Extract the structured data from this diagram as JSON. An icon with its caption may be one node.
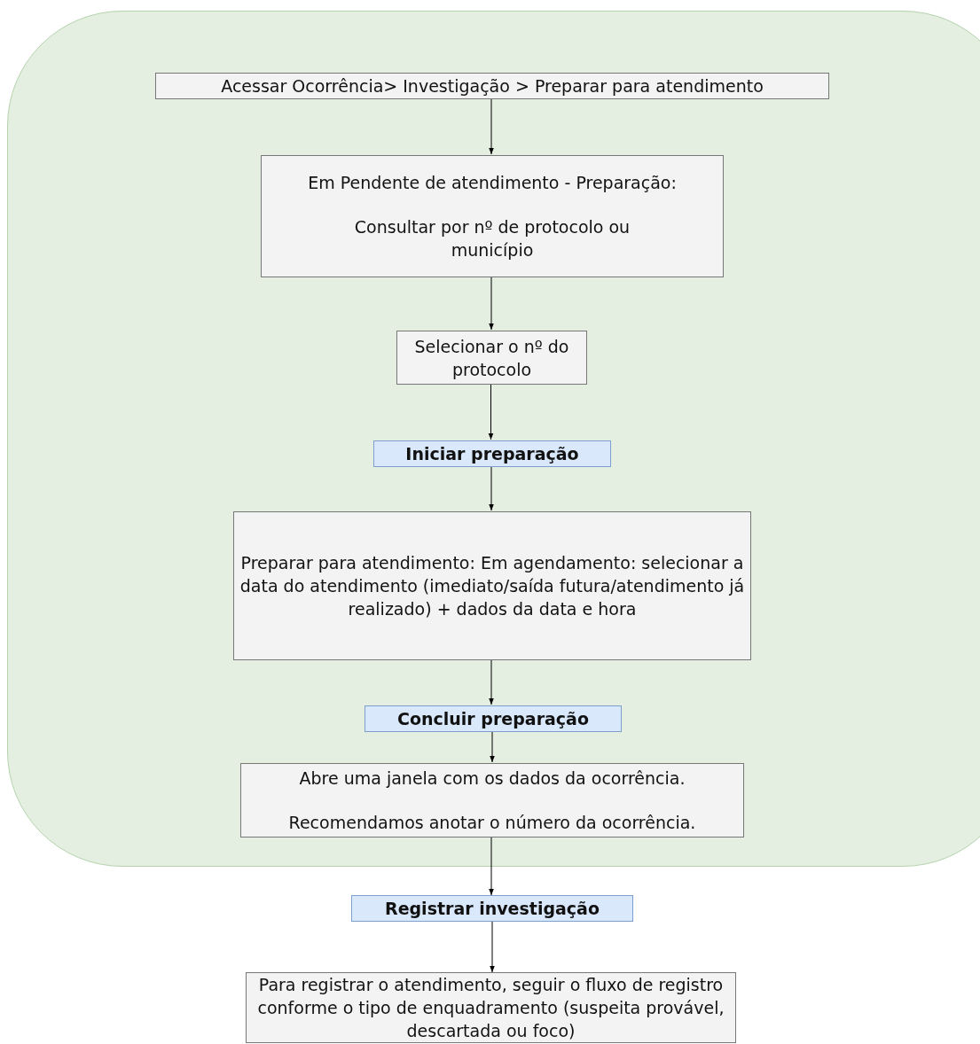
{
  "diagram": {
    "nodes": [
      {
        "text": [],
        "shape": "box"
      },
      {
        "text": [
          "Acessar Ocorrência> Investigação > Preparar para atendimento"
        ],
        "in": 0
      },
      {
        "text": [
          "Em Pendente de atendimento - Preparação:",
          "Consultar por nº de protocolo ou município"
        ],
        "in": 0
      },
      {
        "text": [
          "Selecionar o nº do protocolo"
        ],
        "in": 0
      },
      {
        "text": [
          "Iniciar preparação"
        ],
        "in": 0
      },
      {
        "text": [
          "Preparar para atendimento: Em agendamento: selecionar a data do atendimento (imediato/saída futura/atendimento já realizado) + dados da data e hora"
        ],
        "in": 0
      },
      {
        "text": [
          "Concluir preparação"
        ],
        "in": 0
      },
      {
        "text": [
          "Abre uma janela com os dados da ocorrência.",
          "Recomendamos anotar o número da ocorrência."
        ],
        "in": 0
      },
      {
        "text": [
          "Registrar investigação"
        ]
      },
      {
        "text": [
          "Para registrar o atendimento, seguir o fluxo de registro conforme o tipo de enquadramento (suspeita provável, descartada ou foco)"
        ]
      }
    ],
    "edges": [
      {
        "from": 1,
        "to": 2,
        "arrow": "to"
      },
      {
        "from": 2,
        "to": 3,
        "arrow": "to"
      },
      {
        "from": 3,
        "to": 4,
        "arrow": "to"
      },
      {
        "from": 4,
        "to": 5,
        "arrow": "to"
      },
      {
        "from": 5,
        "to": 6,
        "arrow": "to"
      },
      {
        "from": 6,
        "to": 7,
        "arrow": "to"
      },
      {
        "from": 7,
        "to": 8,
        "arrow": "to"
      },
      {
        "from": 8,
        "to": 9,
        "arrow": "to"
      }
    ]
  }
}
